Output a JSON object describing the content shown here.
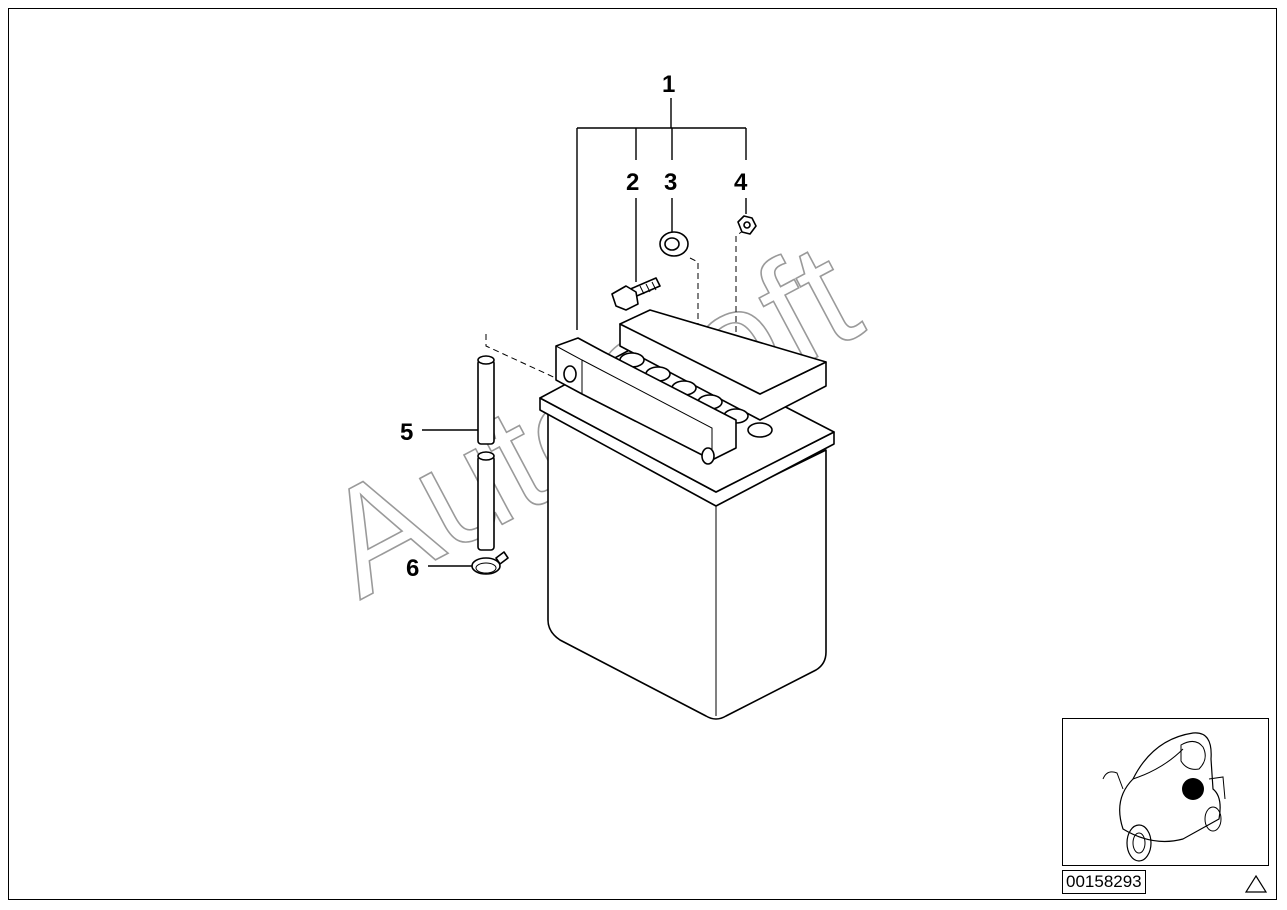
{
  "diagram": {
    "callouts": {
      "c1": "1",
      "c2": "2",
      "c3": "3",
      "c4": "4",
      "c5": "5",
      "c6": "6"
    },
    "watermark": "AutoSoft",
    "diagram_number": "00158293"
  },
  "icons": [
    "battery-illustration",
    "bolt-icon",
    "washer-icon",
    "nut-icon",
    "vent-hose-icon",
    "hose-clamp-icon",
    "scooter-location-icon",
    "warning-triangle-icon"
  ]
}
